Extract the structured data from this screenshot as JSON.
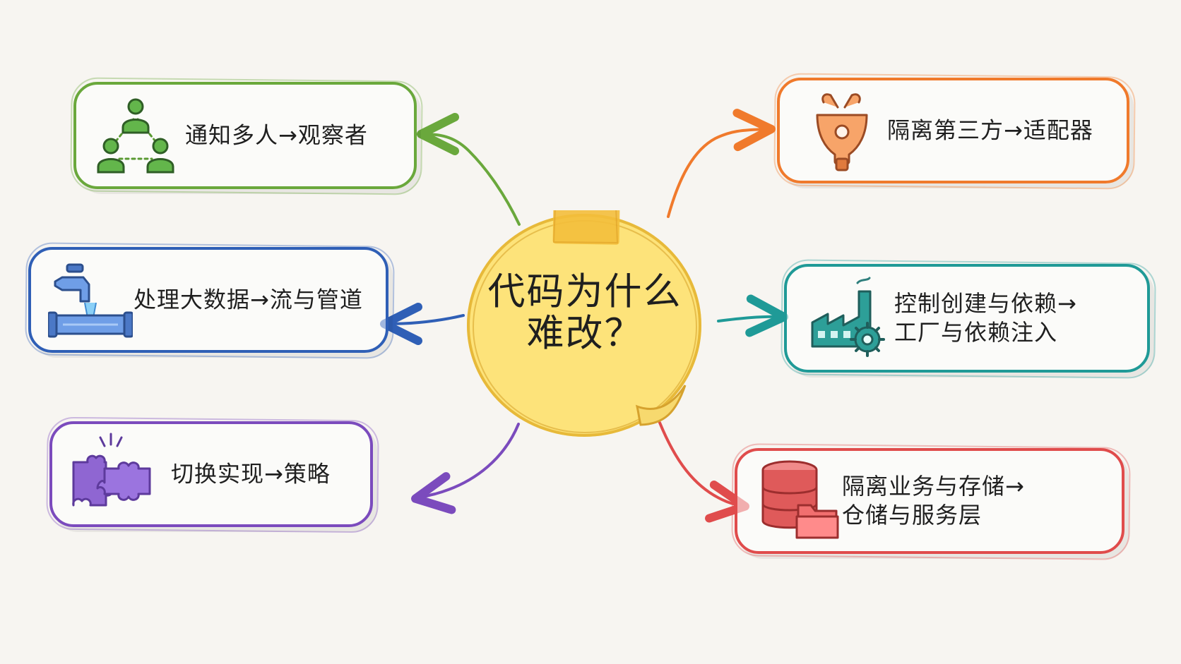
{
  "center": {
    "title": {
      "line1": "代码为什么",
      "line2": "难改？"
    }
  },
  "nodes": [
    {
      "key": "observer",
      "text": "通知多人→观察者",
      "color": "#6aa83c",
      "icon": "people-network-icon"
    },
    {
      "key": "stream",
      "text": "处理大数据→流与管道",
      "color": "#2f5fb6",
      "icon": "faucet-pipe-icon"
    },
    {
      "key": "strategy",
      "text": "切换实现→策略",
      "color": "#7b4bbd",
      "icon": "puzzle-pieces-icon"
    },
    {
      "key": "adapter",
      "text": "隔离第三方→适配器",
      "color": "#f07a2c",
      "icon": "plug-icon"
    },
    {
      "key": "factory",
      "line1": "控制创建与依赖→",
      "line2": "工厂与依赖注入",
      "color": "#1f9a97",
      "icon": "factory-gear-icon"
    },
    {
      "key": "repository",
      "line1": "隔离业务与存储→",
      "line2": "仓储与服务层",
      "color": "#e04c4c",
      "icon": "database-folder-icon"
    }
  ]
}
